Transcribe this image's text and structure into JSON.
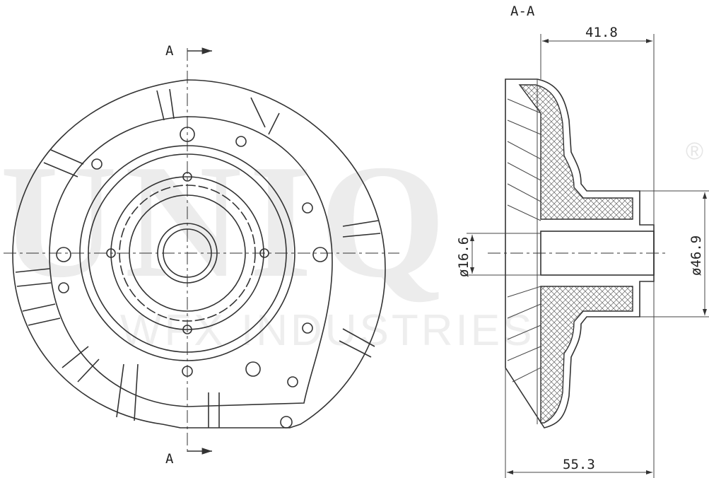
{
  "watermark": {
    "brand": "UNIQ",
    "registered": "®",
    "subtitle": "WFX INDUSTRIES"
  },
  "front_view": {
    "section_mark_top": "A",
    "section_mark_bottom": "A"
  },
  "section_view": {
    "title": "A-A",
    "dimensions": {
      "top_width": "41.8",
      "overall_width": "55.3",
      "inner_diameter": "ø16.6",
      "outer_diameter": "ø46.9"
    }
  }
}
